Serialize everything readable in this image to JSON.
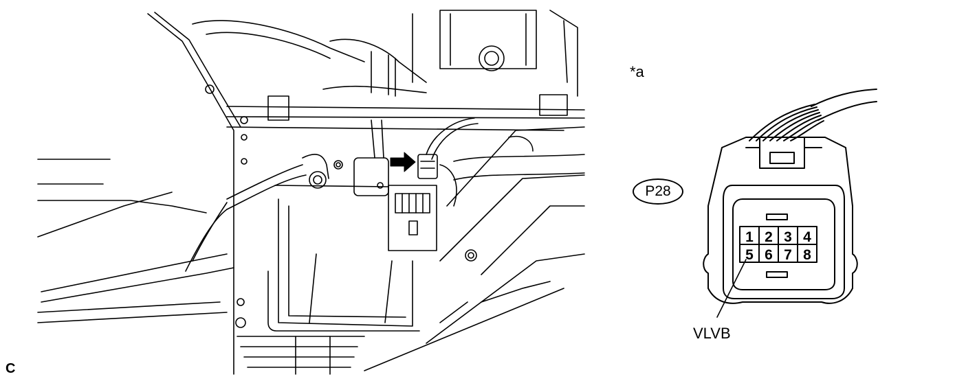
{
  "labels": {
    "corner": "C",
    "view_marker": "*a",
    "connector_code": "P28",
    "pin_signal": "VLVB"
  },
  "connector": {
    "pins_top_row": [
      "1",
      "2",
      "3",
      "4"
    ],
    "pins_bottom_row": [
      "5",
      "6",
      "7",
      "8"
    ],
    "indicated_pin": "5"
  },
  "icons": [
    "location-arrow-icon"
  ]
}
